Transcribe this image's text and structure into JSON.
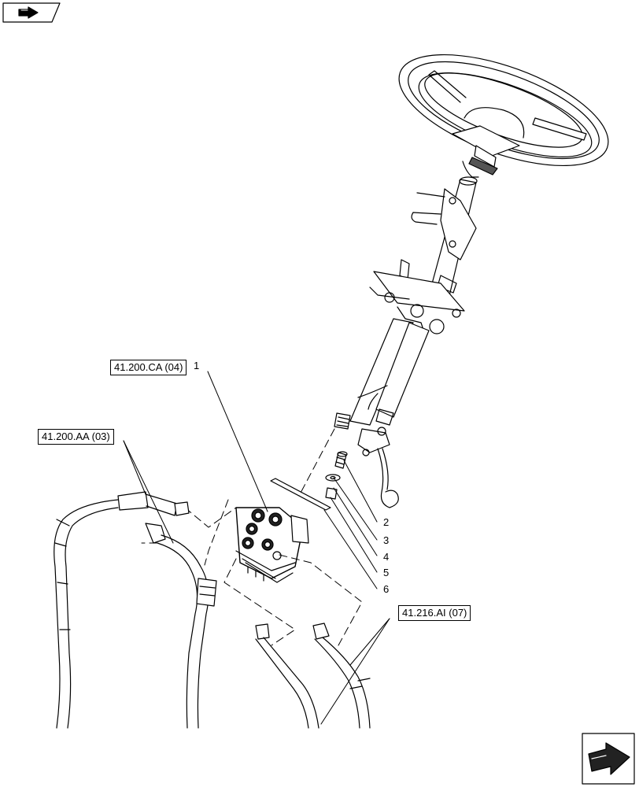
{
  "references": {
    "ca": "41.200.CA (04)",
    "aa": "41.200.AA (03)",
    "ai": "41.216.AI (07)"
  },
  "callouts": [
    "1",
    "2",
    "3",
    "4",
    "5",
    "6"
  ],
  "icons": {
    "top_left": "previous-page-icon",
    "bottom_right": "next-page-icon"
  }
}
